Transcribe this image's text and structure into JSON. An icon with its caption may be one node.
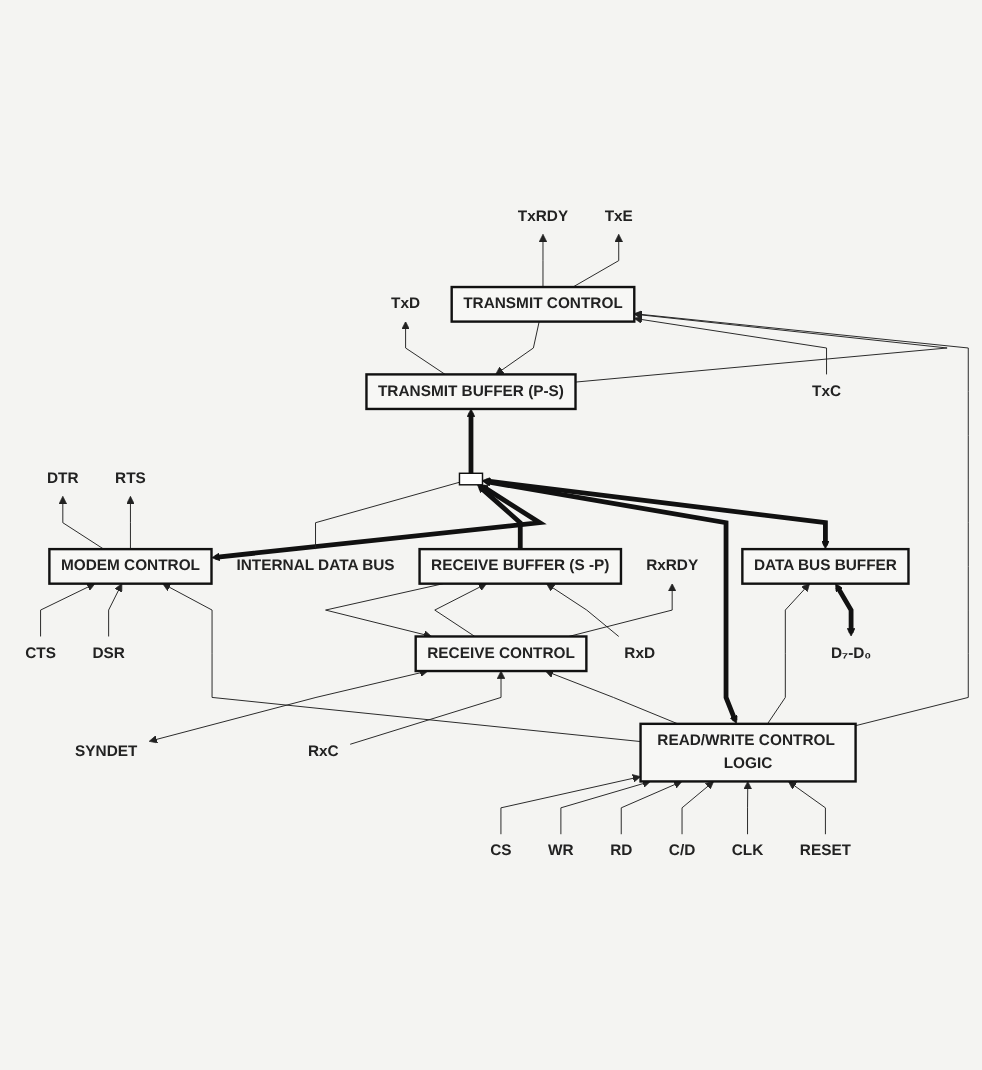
{
  "diagram": {
    "nodes": [
      {
        "text": [
          "D₇-D₀"
        ]
      },
      {
        "text": [
          "DATA BUS BUFFER"
        ]
      },
      {
        "text": [],
        "shape": "bar"
      },
      {
        "text": [
          "TRANSMIT BUFFER (P-S)"
        ]
      },
      {
        "text": [
          "TxD"
        ]
      },
      {
        "text": [
          "RESET"
        ]
      },
      {
        "text": [
          "CLK"
        ]
      },
      {
        "text": [
          "C/D"
        ]
      },
      {
        "text": [
          "RD"
        ]
      },
      {
        "text": [
          "WR"
        ]
      },
      {
        "text": [
          "READ/WRITE CONTROL LOGIC"
        ]
      },
      {
        "text": [
          "TRANSMIT CONTROL"
        ]
      },
      {
        "text": [
          "TxRDY"
        ]
      },
      {
        "text": [
          "TxE"
        ]
      },
      {
        "text": [
          "TxC"
        ]
      },
      {
        "text": [
          "CS"
        ]
      },
      {
        "text": [
          "DSR"
        ]
      },
      {
        "text": [
          "DTR"
        ]
      },
      {
        "text": [
          "CTS"
        ]
      },
      {
        "text": [
          "RTS"
        ]
      },
      {
        "text": [
          "MODEM CONTROL"
        ]
      },
      {
        "text": [
          "RECEIVE BUFFER (S -P)"
        ]
      },
      {
        "text": [
          "RxD"
        ]
      },
      {
        "text": [
          "RECEIVE CONTROL"
        ]
      },
      {
        "text": [
          "RxRDY"
        ]
      },
      {
        "text": [
          "RxC"
        ]
      },
      {
        "text": [
          "SYNDET"
        ]
      },
      {
        "text": [
          "INTERNAL DATA BUS"
        ]
      }
    ],
    "edges": [
      {
        "from": 0,
        "to": 1,
        "arrow": "both",
        "style": "thick"
      },
      {
        "from": 1,
        "to": 2,
        "arrow": "both",
        "style": "thick"
      },
      {
        "from": 2,
        "to": 3,
        "arrow": "to",
        "style": "thick"
      },
      {
        "from": 3,
        "to": 4,
        "arrow": "to"
      },
      {
        "from": 10,
        "to": 1,
        "arrow": "to"
      },
      {
        "from": 5,
        "to": 10,
        "arrow": "to"
      },
      {
        "from": 6,
        "to": 10,
        "arrow": "to"
      },
      {
        "from": 7,
        "to": 10,
        "arrow": "to"
      },
      {
        "from": 8,
        "to": 10,
        "arrow": "to"
      },
      {
        "from": 9,
        "to": 10,
        "arrow": "to"
      },
      {
        "from": 15,
        "to": 10,
        "arrow": "to"
      },
      {
        "from": 10,
        "to": 2,
        "arrow": "both",
        "style": "thick"
      },
      {
        "from": 10,
        "to": 11,
        "arrow": "to"
      },
      {
        "from": 10,
        "to": 20,
        "arrow": "to"
      },
      {
        "from": 10,
        "to": 23,
        "arrow": "to"
      },
      {
        "from": 11,
        "to": 3,
        "arrow": "to"
      },
      {
        "from": 3,
        "to": 11,
        "arrow": "to"
      },
      {
        "from": 11,
        "to": 12,
        "arrow": "to"
      },
      {
        "from": 11,
        "to": 13,
        "arrow": "to"
      },
      {
        "from": 14,
        "to": 11,
        "arrow": "to"
      },
      {
        "from": 16,
        "to": 20,
        "arrow": "to"
      },
      {
        "from": 20,
        "to": 17,
        "arrow": "to"
      },
      {
        "from": 18,
        "to": 20,
        "arrow": "to"
      },
      {
        "from": 20,
        "to": 19,
        "arrow": "to"
      },
      {
        "from": 20,
        "to": 2,
        "arrow": "both",
        "style": "thick"
      },
      {
        "from": 21,
        "to": 2,
        "arrow": "to",
        "style": "thick"
      },
      {
        "from": 22,
        "to": 21,
        "arrow": "to"
      },
      {
        "from": 23,
        "to": 21,
        "arrow": "to"
      },
      {
        "from": 21,
        "to": 23,
        "arrow": "to"
      },
      {
        "from": 23,
        "to": 24,
        "arrow": "to"
      },
      {
        "from": 25,
        "to": 23,
        "arrow": "to"
      },
      {
        "from": 26,
        "to": 23,
        "arrow": "both"
      },
      {
        "from": 27,
        "to": 2,
        "arrow": "none"
      }
    ]
  }
}
